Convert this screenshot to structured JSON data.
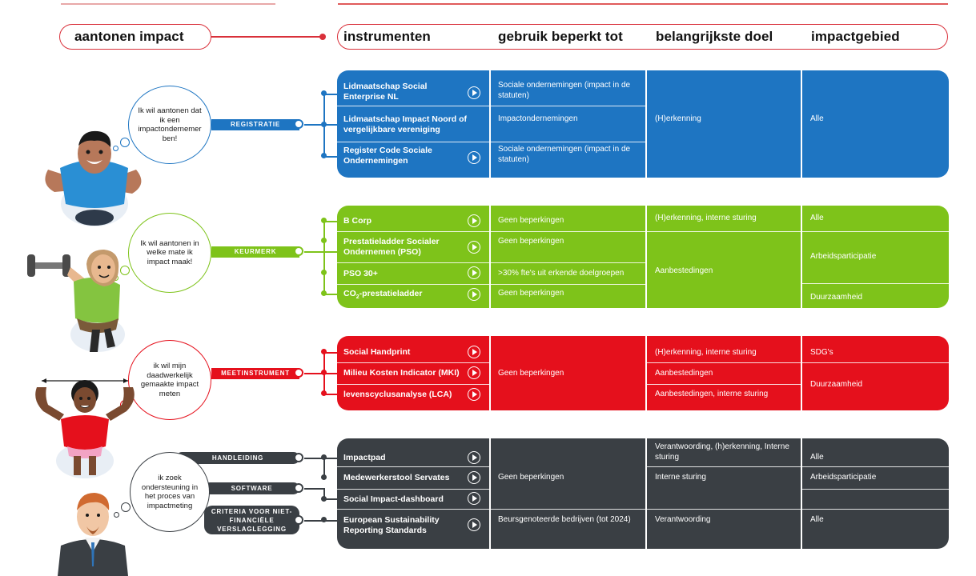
{
  "header": {
    "left": "aantonen impact",
    "columns": [
      "instrumenten",
      "gebruik beperkt tot",
      "belangrijkste doel",
      "impactgebied"
    ]
  },
  "colors": {
    "blue": "#1e75c2",
    "green": "#7ec31a",
    "red": "#e5101c",
    "dark": "#3a3f44",
    "accent": "#d9303a"
  },
  "groups": [
    {
      "tag": "REGISTRATIE",
      "bubble": "Ik wil aantonen dat ik een impactondernemer ben!",
      "rows": [
        {
          "instrument": "Lidmaatschap Social Enterprise NL",
          "play": true,
          "usage": "Sociale ondernemingen (impact in de statuten)"
        },
        {
          "instrument": "Lidmaatschap Impact Noord of vergelijkbare vereniging",
          "play": false,
          "usage": "Impactondernemingen"
        },
        {
          "instrument": "Register Code Sociale Ondernemingen",
          "play": true,
          "usage": "Sociale ondernemingen (impact in de statuten)"
        }
      ],
      "goals": [
        "(H)erkenning"
      ],
      "areas": [
        "Alle"
      ]
    },
    {
      "tag": "KEURMERK",
      "bubble": "Ik wil aantonen in welke mate ik impact maak!",
      "rows": [
        {
          "instrument": "B Corp",
          "play": true,
          "usage": "Geen beperkingen"
        },
        {
          "instrument": "Prestatieladder Socialer Ondernemen (PSO)",
          "play": true,
          "usage": "Geen beperkingen"
        },
        {
          "instrument": "PSO 30+",
          "play": true,
          "usage": ">30% fte's uit erkende doelgroepen"
        },
        {
          "instrument": "CO",
          "instrument_sub": "2",
          "instrument_rest": "-prestatieladder",
          "play": true,
          "usage": "Geen beperkingen"
        }
      ],
      "goals": [
        "(H)erkenning, interne sturing",
        "Aanbestedingen"
      ],
      "areas": [
        "Alle",
        "Arbeidsparticipatie",
        "Duurzaamheid"
      ]
    },
    {
      "tag": "MEETINSTRUMENT",
      "bubble": "ik wil mijn daadwerkelijk gemaakte impact meten",
      "rows": [
        {
          "instrument": "Social Handprint",
          "play": true
        },
        {
          "instrument": "Milieu Kosten Indicator (MKI)",
          "play": true
        },
        {
          "instrument": "levenscyclusanalyse (LCA)",
          "play": true
        }
      ],
      "usage": "Geen beperkingen",
      "goals": [
        "(H)erkenning, interne sturing",
        "Aanbestedingen",
        "Aanbestedingen, interne sturing"
      ],
      "areas": [
        "SDG's",
        "Duurzaamheid"
      ]
    },
    {
      "tags": [
        "HANDLEIDING",
        "SOFTWARE",
        "CRITERIA VOOR NIET-FINANCIËLE VERSLAGLEGGING"
      ],
      "bubble": "ik zoek ondersteuning in het proces van impactmeting",
      "rows": [
        {
          "instrument": "Impactpad",
          "play": true
        },
        {
          "instrument": "Medewerkerstool Servates",
          "play": true
        },
        {
          "instrument": "Social Impact-dashboard",
          "play": true
        },
        {
          "instrument": "European Sustainability Reporting Standards",
          "play": true
        }
      ],
      "usage": [
        "Geen beperkingen",
        "Beursgenoteerde bedrijven (tot 2024)"
      ],
      "goals": [
        "Verantwoording, (h)erkenning, Interne sturing",
        "Interne sturing",
        "Verantwoording"
      ],
      "areas": [
        "Alle",
        "Arbeidsparticipatie",
        "Alle"
      ]
    }
  ]
}
